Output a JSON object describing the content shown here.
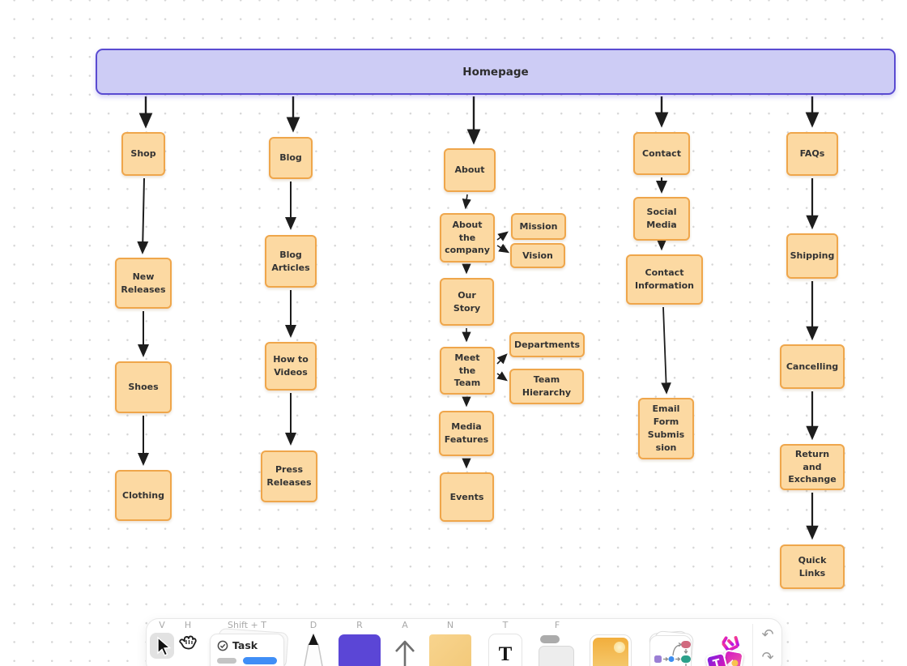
{
  "app": {
    "name": "whiteboard-canvas"
  },
  "colors": {
    "sticky_fill": "#FCD9A2",
    "sticky_border": "#EFA64B",
    "banner_fill": "#CDCCF5",
    "banner_border": "#5A4BD1",
    "connector": "#1D1D1D",
    "rect_tool": "#5B46D6",
    "task_accent_blue": "#3F8EF6",
    "dot_grid": "#D6D6D6"
  },
  "nodes": {
    "homepage": "Homepage",
    "shop": "Shop",
    "new_releases": "New Releases",
    "shoes": "Shoes",
    "clothing": "Clothing",
    "blog": "Blog",
    "blog_articles": "Blog Articles",
    "how_to_videos": "How to Videos",
    "press_releases": "Press Releases",
    "about": "About",
    "about_the_company": "About the company",
    "mission": "Mission",
    "vision": "Vision",
    "our_story": "Our Story",
    "meet_the_team": "Meet the Team",
    "departments": "Departments",
    "team_hierarchy": "Team Hierarchy",
    "media_features": "Media Features",
    "events": "Events",
    "contact": "Contact",
    "social_media": "Social Media",
    "contact_information": "Contact Information",
    "email_form_submission": "Email Form Submission",
    "faqs": "FAQs",
    "shipping": "Shipping",
    "cancelling": "Cancelling",
    "return_and_exchange": "Return and Exchange",
    "quick_links": "Quick Links"
  },
  "toolbar": {
    "shortcut_select": "V",
    "shortcut_hand": "H",
    "shortcut_task": "Shift + T",
    "shortcut_draw": "D",
    "shortcut_rectangle": "R",
    "shortcut_arrow": "A",
    "shortcut_note": "N",
    "shortcut_text": "T",
    "shortcut_frame": "F",
    "task_card_label": "Task",
    "text_tool_glyph": "T",
    "undo_glyph": "↶",
    "redo_glyph": "↷"
  }
}
